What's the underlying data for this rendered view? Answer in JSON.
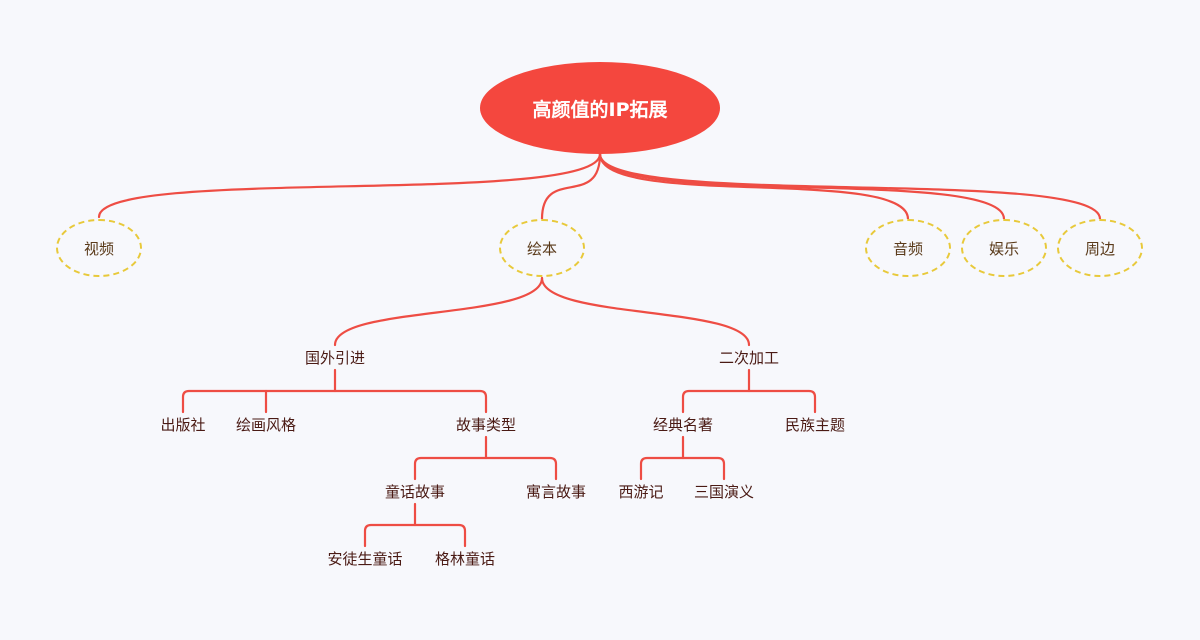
{
  "root": {
    "label": "高颜值的IP拓展"
  },
  "branches": {
    "video": "视频",
    "picture_book": "绘本",
    "audio": "音频",
    "entertainment": "娱乐",
    "merch": "周边"
  },
  "picture_book": {
    "foreign": {
      "label": "国外引进",
      "publisher": "出版社",
      "art_style": "绘画风格",
      "story_type": {
        "label": "故事类型",
        "fairy_tale": {
          "label": "童话故事",
          "andersen": "安徒生童话",
          "grimm": "格林童话"
        },
        "fable": "寓言故事"
      }
    },
    "secondary": {
      "label": "二次加工",
      "classics": {
        "label": "经典名著",
        "journey_west": "西游记",
        "three_kingdoms": "三国演义"
      },
      "ethnic": "民族主题"
    }
  },
  "colors": {
    "root_fill": "#f4473e",
    "connector": "#ee4d44",
    "branch_border": "#e8c93a",
    "background": "#f7f8fc"
  }
}
